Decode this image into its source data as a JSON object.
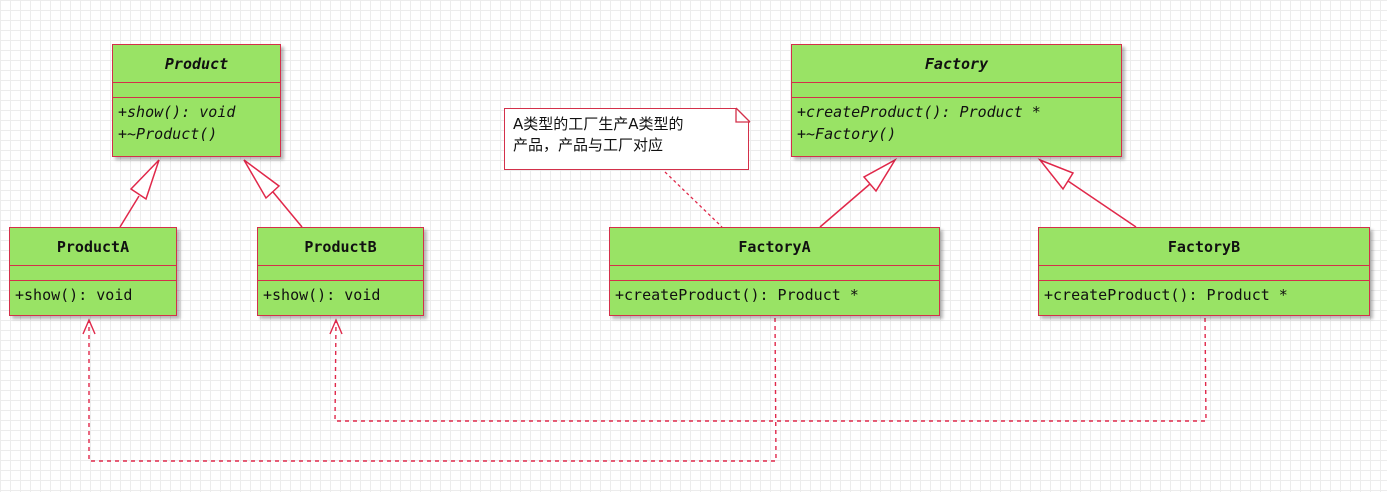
{
  "classes": {
    "product": {
      "name": "Product",
      "abstract": true,
      "members": [
        "+show(): void",
        "+~Product()"
      ]
    },
    "product_a": {
      "name": "ProductA",
      "abstract": false,
      "members": [
        "+show(): void"
      ]
    },
    "product_b": {
      "name": "ProductB",
      "abstract": false,
      "members": [
        "+show(): void"
      ]
    },
    "factory": {
      "name": "Factory",
      "abstract": true,
      "members": [
        "+createProduct(): Product *",
        "+~Factory()"
      ]
    },
    "factory_a": {
      "name": "FactoryA",
      "abstract": false,
      "members": [
        "+createProduct(): Product *"
      ]
    },
    "factory_b": {
      "name": "FactoryB",
      "abstract": false,
      "members": [
        "+createProduct(): Product *"
      ]
    }
  },
  "note": {
    "lines": [
      "A类型的工厂生产A类型的",
      "产品，产品与工厂对应"
    ]
  },
  "relations": [
    {
      "type": "generalization",
      "from": "ProductA",
      "to": "Product"
    },
    {
      "type": "generalization",
      "from": "ProductB",
      "to": "Product"
    },
    {
      "type": "generalization",
      "from": "FactoryA",
      "to": "Factory"
    },
    {
      "type": "generalization",
      "from": "FactoryB",
      "to": "Factory"
    },
    {
      "type": "dependency",
      "from": "FactoryA",
      "to": "ProductA"
    },
    {
      "type": "dependency",
      "from": "FactoryB",
      "to": "ProductB"
    },
    {
      "type": "note-link",
      "from": "note",
      "to": "FactoryA"
    }
  ],
  "colors": {
    "fill": "#99e365",
    "border": "#d3304a",
    "line": "#e0284a"
  }
}
